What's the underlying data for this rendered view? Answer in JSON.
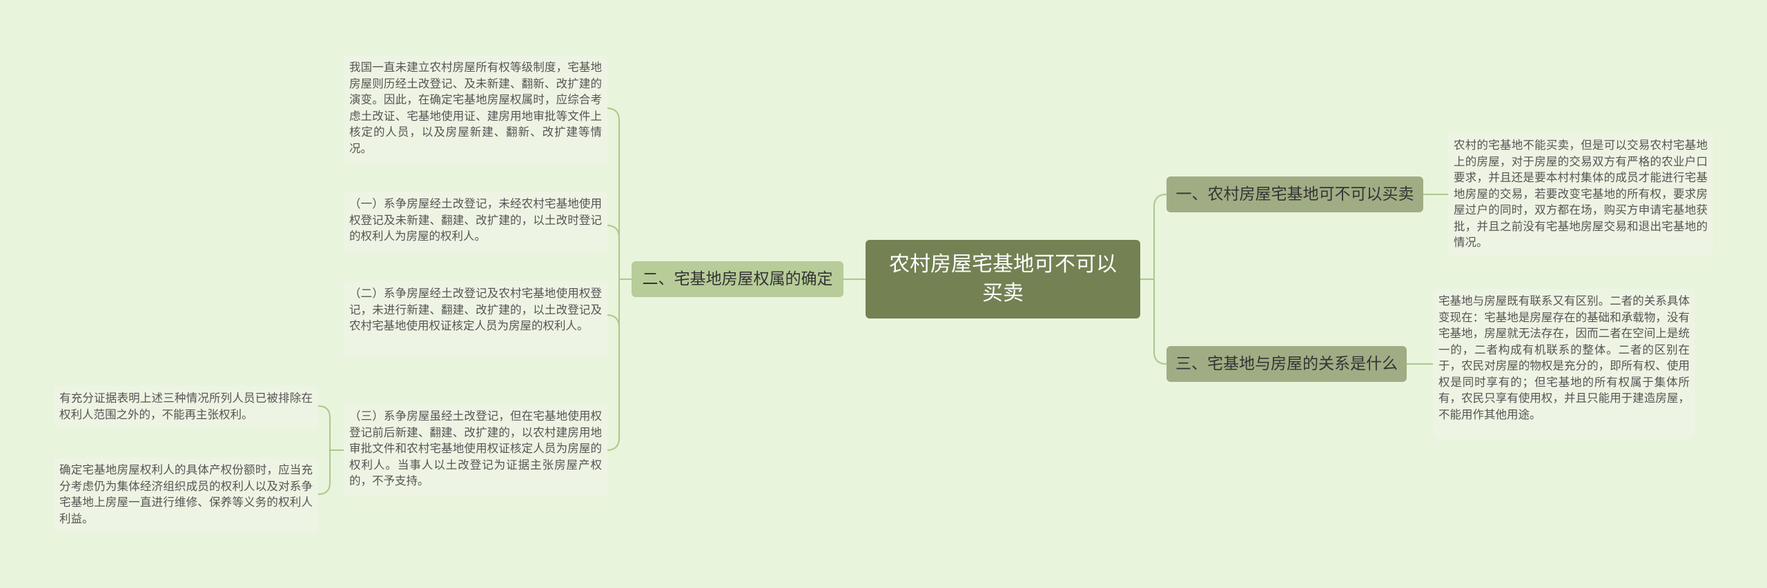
{
  "root": {
    "title": "农村房屋宅基地可不可以买卖"
  },
  "branches": [
    {
      "label": "一、农村房屋宅基地可不可以买卖"
    },
    {
      "label": "二、宅基地房屋权属的确定"
    },
    {
      "label": "三、宅基地与房屋的关系是什么"
    }
  ],
  "leaves": {
    "b1_desc": "农村的宅基地不能买卖，但是可以交易农村宅基地上的房屋，对于房屋的交易双方有严格的农业户口要求，并且还是要本村村集体的成员才能进行宅基地房屋的交易，若要改变宅基地的所有权，要求房屋过户的同时，双方都在场，购买方申请宅基地获批，并且之前没有宅基地房屋交易和退出宅基地的情况。",
    "b3_desc": "宅基地与房屋既有联系又有区别。二者的关系具体变现在：宅基地是房屋存在的基础和承载物，没有宅基地，房屋就无法存在，因而二者在空间上是统一的，二者构成有机联系的整体。二者的区别在于，农民对房屋的物权是充分的，即所有权、使用权是同时享有的；但宅基地的所有权属于集体所有，农民只享有使用权，并且只能用于建造房屋，不能用作其他用途。",
    "b2_intro": "我国一直未建立农村房屋所有权等级制度，宅基地房屋则历经土改登记、及未新建、翻新、改扩建的演变。因此，在确定宅基地房屋权属时，应综合考虑土改证、宅基地使用证、建房用地审批等文件上核定的人员，以及房屋新建、翻新、改扩建等情况。",
    "b2_case1": "（一）系争房屋经土改登记，未经农村宅基地使用权登记及未新建、翻建、改扩建的，以土改时登记的权利人为房屋的权利人。",
    "b2_case2": "（二）系争房屋经土改登记及农村宅基地使用权登记，未进行新建、翻建、改扩建的，以土改登记及农村宅基地使用权证核定人员为房屋的权利人。",
    "b2_case3": "（三）系争房屋虽经土改登记，但在宅基地使用权登记前后新建、翻建、改扩建的，以农村建房用地审批文件和农村宅基地使用权证核定人员为房屋的权利人。当事人以土改登记为证据主张房屋产权的，不予支持。",
    "case3_sub1": "有充分证据表明上述三种情况所列人员已被排除在权利人范围之外的，不能再主张权利。",
    "case3_sub2": "确定宅基地房屋权利人的具体产权份额时，应当充分考虑仍为集体经济组织成员的权利人以及对系争宅基地上房屋一直进行维修、保养等义务的权利人利益。"
  },
  "colors": {
    "background": "#e8f4dc",
    "root": "#738153",
    "branch_light": "#b7cc98",
    "branch_dark": "#a0ad84",
    "leaf": "#eef4e3",
    "line": "#a9c98a"
  }
}
